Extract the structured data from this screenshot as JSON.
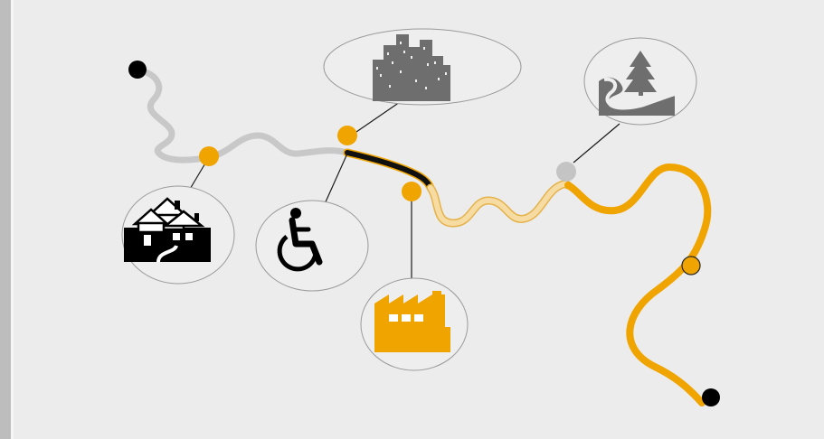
{
  "diagram": {
    "colors": {
      "background": "#ececec",
      "route_grey": "#c8c8c8",
      "route_black": "#111111",
      "route_beige": "#f6dca3",
      "route_orange": "#f0a400",
      "marker_orange": "#f0a400",
      "marker_grey": "#c4c4c4",
      "endpoint": "#000000",
      "icon_dark": "#000000",
      "icon_grey": "#6e6e6e",
      "icon_factory": "#f0a400"
    },
    "route_segments": [
      {
        "id": "segment-grey-upstream",
        "color": "grey"
      },
      {
        "id": "segment-black-urban",
        "color": "black"
      },
      {
        "id": "segment-beige-industrial",
        "color": "beige"
      },
      {
        "id": "segment-orange-downstream",
        "color": "orange"
      }
    ],
    "markers": [
      {
        "id": "start-point",
        "color": "black"
      },
      {
        "id": "residential-marker",
        "color": "orange"
      },
      {
        "id": "city-marker",
        "color": "orange"
      },
      {
        "id": "industry-marker",
        "color": "orange"
      },
      {
        "id": "nature-marker",
        "color": "grey"
      },
      {
        "id": "downstream-marker",
        "color": "orange-outlined"
      },
      {
        "id": "end-point",
        "color": "black"
      }
    ],
    "bubbles": [
      {
        "id": "residential-bubble",
        "icon": "houses-icon"
      },
      {
        "id": "accessibility-bubble",
        "icon": "wheelchair-icon"
      },
      {
        "id": "city-bubble",
        "icon": "city-skyline-icon"
      },
      {
        "id": "factory-bubble",
        "icon": "factory-icon"
      },
      {
        "id": "nature-bubble",
        "icon": "landscape-river-tree-icon"
      }
    ]
  }
}
